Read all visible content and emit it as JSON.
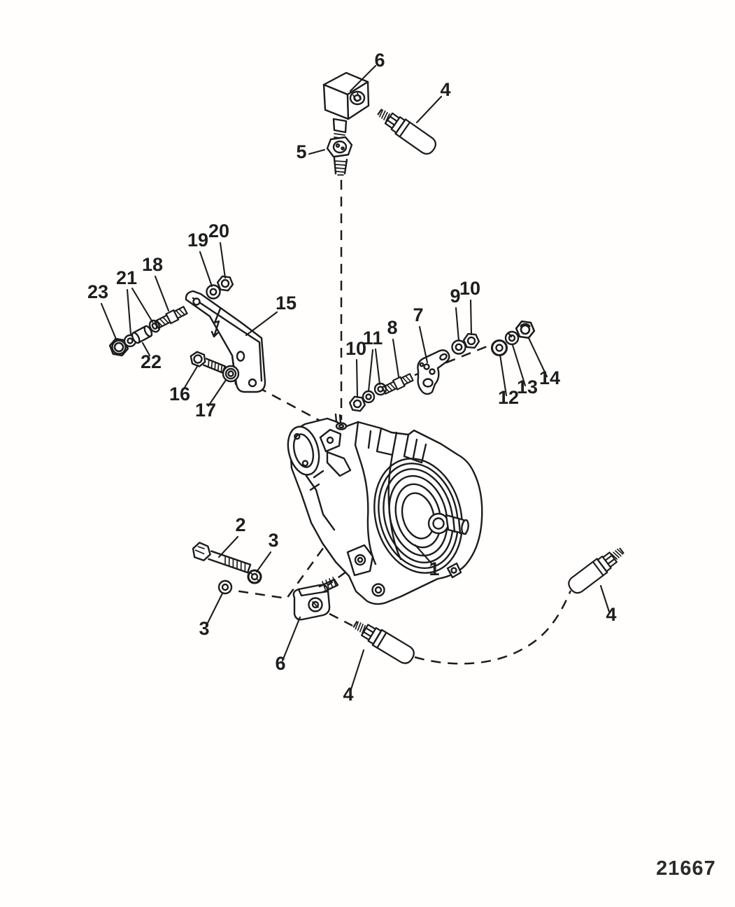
{
  "drawing_number": "21667",
  "callouts": [
    {
      "label": "6",
      "part": "elbow-fitting-top"
    },
    {
      "label": "4",
      "part": "sender-top"
    },
    {
      "label": "5",
      "part": "hex-bolt-top"
    },
    {
      "label": "20",
      "part": "nut-top-left"
    },
    {
      "label": "19",
      "part": "washer-top-left"
    },
    {
      "label": "18",
      "part": "stud-left"
    },
    {
      "label": "21",
      "part": "washers-left-pair"
    },
    {
      "label": "23",
      "part": "nut-left"
    },
    {
      "label": "15",
      "part": "mounting-bracket"
    },
    {
      "label": "22",
      "part": "spacer"
    },
    {
      "label": "16",
      "part": "bolt-bracket"
    },
    {
      "label": "17",
      "part": "washer-bracket"
    },
    {
      "label": "10",
      "part": "nut-right-lower"
    },
    {
      "label": "11",
      "part": "washers-right-pair"
    },
    {
      "label": "8",
      "part": "stud-right"
    },
    {
      "label": "7",
      "part": "anchor-plate"
    },
    {
      "label": "9",
      "part": "washer-right"
    },
    {
      "label": "10",
      "part": "nut-right-upper"
    },
    {
      "label": "12",
      "part": "flat-washer-far-right"
    },
    {
      "label": "13",
      "part": "lock-washer-far-right"
    },
    {
      "label": "14",
      "part": "nut-far-right"
    },
    {
      "label": "2",
      "part": "long-bolt"
    },
    {
      "label": "3",
      "part": "washer-upper"
    },
    {
      "label": "3",
      "part": "washer-lower"
    },
    {
      "label": "1",
      "part": "transmission-assembly"
    },
    {
      "label": "6",
      "part": "elbow-fitting-bottom"
    },
    {
      "label": "4",
      "part": "sender-bottom"
    },
    {
      "label": "4",
      "part": "sender-far-right"
    }
  ]
}
